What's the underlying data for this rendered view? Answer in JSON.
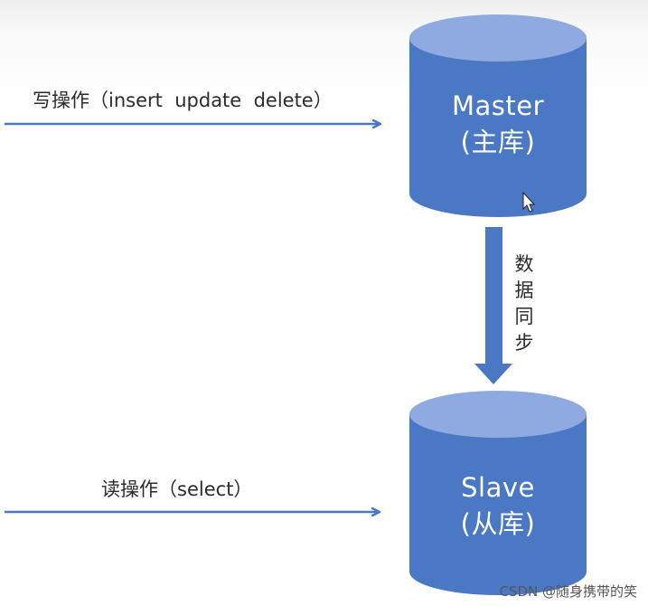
{
  "master": {
    "name": "Master",
    "subtitle": "(主库)"
  },
  "slave": {
    "name": "Slave",
    "subtitle": "(从库)"
  },
  "write_op": {
    "label": "写操作（insert  update  delete）"
  },
  "read_op": {
    "label": "读操作（select）"
  },
  "sync": {
    "chars": [
      "数",
      "据",
      "同",
      "步"
    ]
  },
  "watermark": "CSDN @随身携带的笑",
  "colors": {
    "db_body": "#4a78c4",
    "db_top": "#8faae0",
    "arrow": "#4a78c4",
    "mouse_cursor": "#ffffff"
  }
}
